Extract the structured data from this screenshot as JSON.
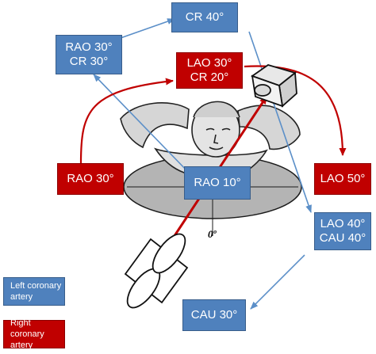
{
  "colors": {
    "blue": "#4f81bd",
    "red": "#c00000",
    "table": "#b4b4b4",
    "arrow_blue": "#5b8fc8",
    "arrow_red": "#c00000"
  },
  "views": {
    "cr40": {
      "line1": "CR 40°",
      "line2": ""
    },
    "rao30_cr30": {
      "line1": "RAO 30°",
      "line2": "CR 30°"
    },
    "lao30_cr20": {
      "line1": "LAO 30°",
      "line2": "CR 20°"
    },
    "rao30": {
      "line1": "RAO 30°",
      "line2": ""
    },
    "rao10": {
      "line1": "RAO 10°",
      "line2": ""
    },
    "lao50": {
      "line1": "LAO 50°",
      "line2": ""
    },
    "lao40_cau40": {
      "line1": "LAO 40°",
      "line2": "CAU 40°"
    },
    "cau30": {
      "line1": "CAU 30°",
      "line2": ""
    }
  },
  "zero_label": "0º",
  "legend": {
    "left": {
      "line1": "Left coronary",
      "line2": "artery"
    },
    "right": {
      "line1": "Right coronary",
      "line2": "artery"
    }
  },
  "icons": {
    "patient": "patient-lying-icon",
    "detector": "image-intensifier-icon",
    "tube": "x-ray-tube-icon"
  }
}
